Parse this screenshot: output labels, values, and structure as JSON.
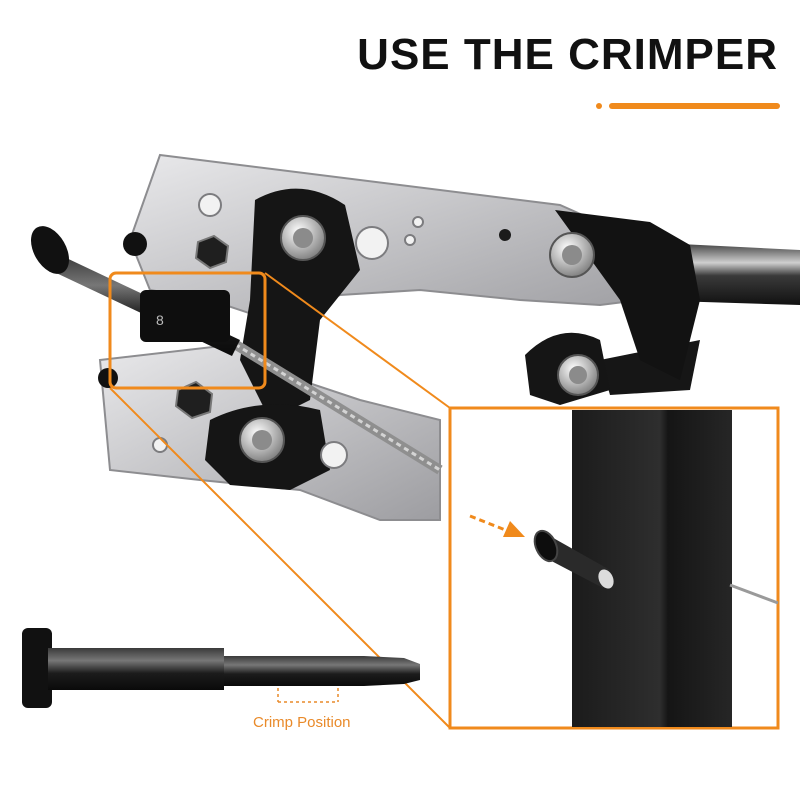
{
  "header": {
    "title": "USE THE CRIMPER"
  },
  "colors": {
    "accent": "#f08a1c",
    "title": "#111111",
    "tool_metal": "#c9c9cb",
    "tool_dark": "#1a1a1a",
    "post": "#202020"
  },
  "illustration": {
    "crimper_tool": "hand-crimper-illustration",
    "detail_inset": "fitting-in-post-inset",
    "fitting_part": "crimp-fitting-stud",
    "die_label": "8"
  },
  "fitting_callout": {
    "label": "Crimp Position"
  }
}
